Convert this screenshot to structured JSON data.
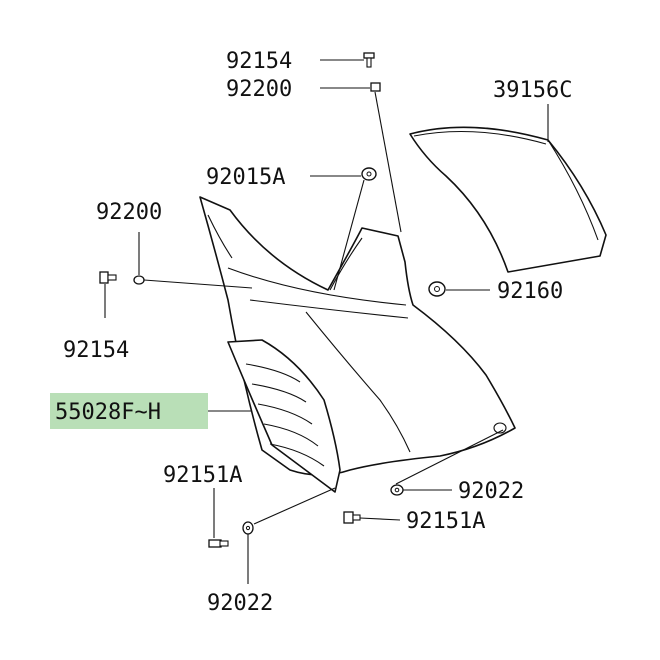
{
  "labels": {
    "top_screw": "92154",
    "top_grommet": "92200",
    "upper_right_panel": "39156C",
    "upper_nut": "92015A",
    "left_grommet": "92200",
    "right_nut": "92160",
    "left_screw": "92154",
    "main_cowling": "55028F~H",
    "lower_left_bolt": "92151A",
    "right_washer": "92022",
    "right_bolt": "92151A",
    "lower_washer": "92022"
  },
  "colors": {
    "line": "#111111",
    "highlight": "#b9dfb7",
    "background": "#ffffff"
  }
}
